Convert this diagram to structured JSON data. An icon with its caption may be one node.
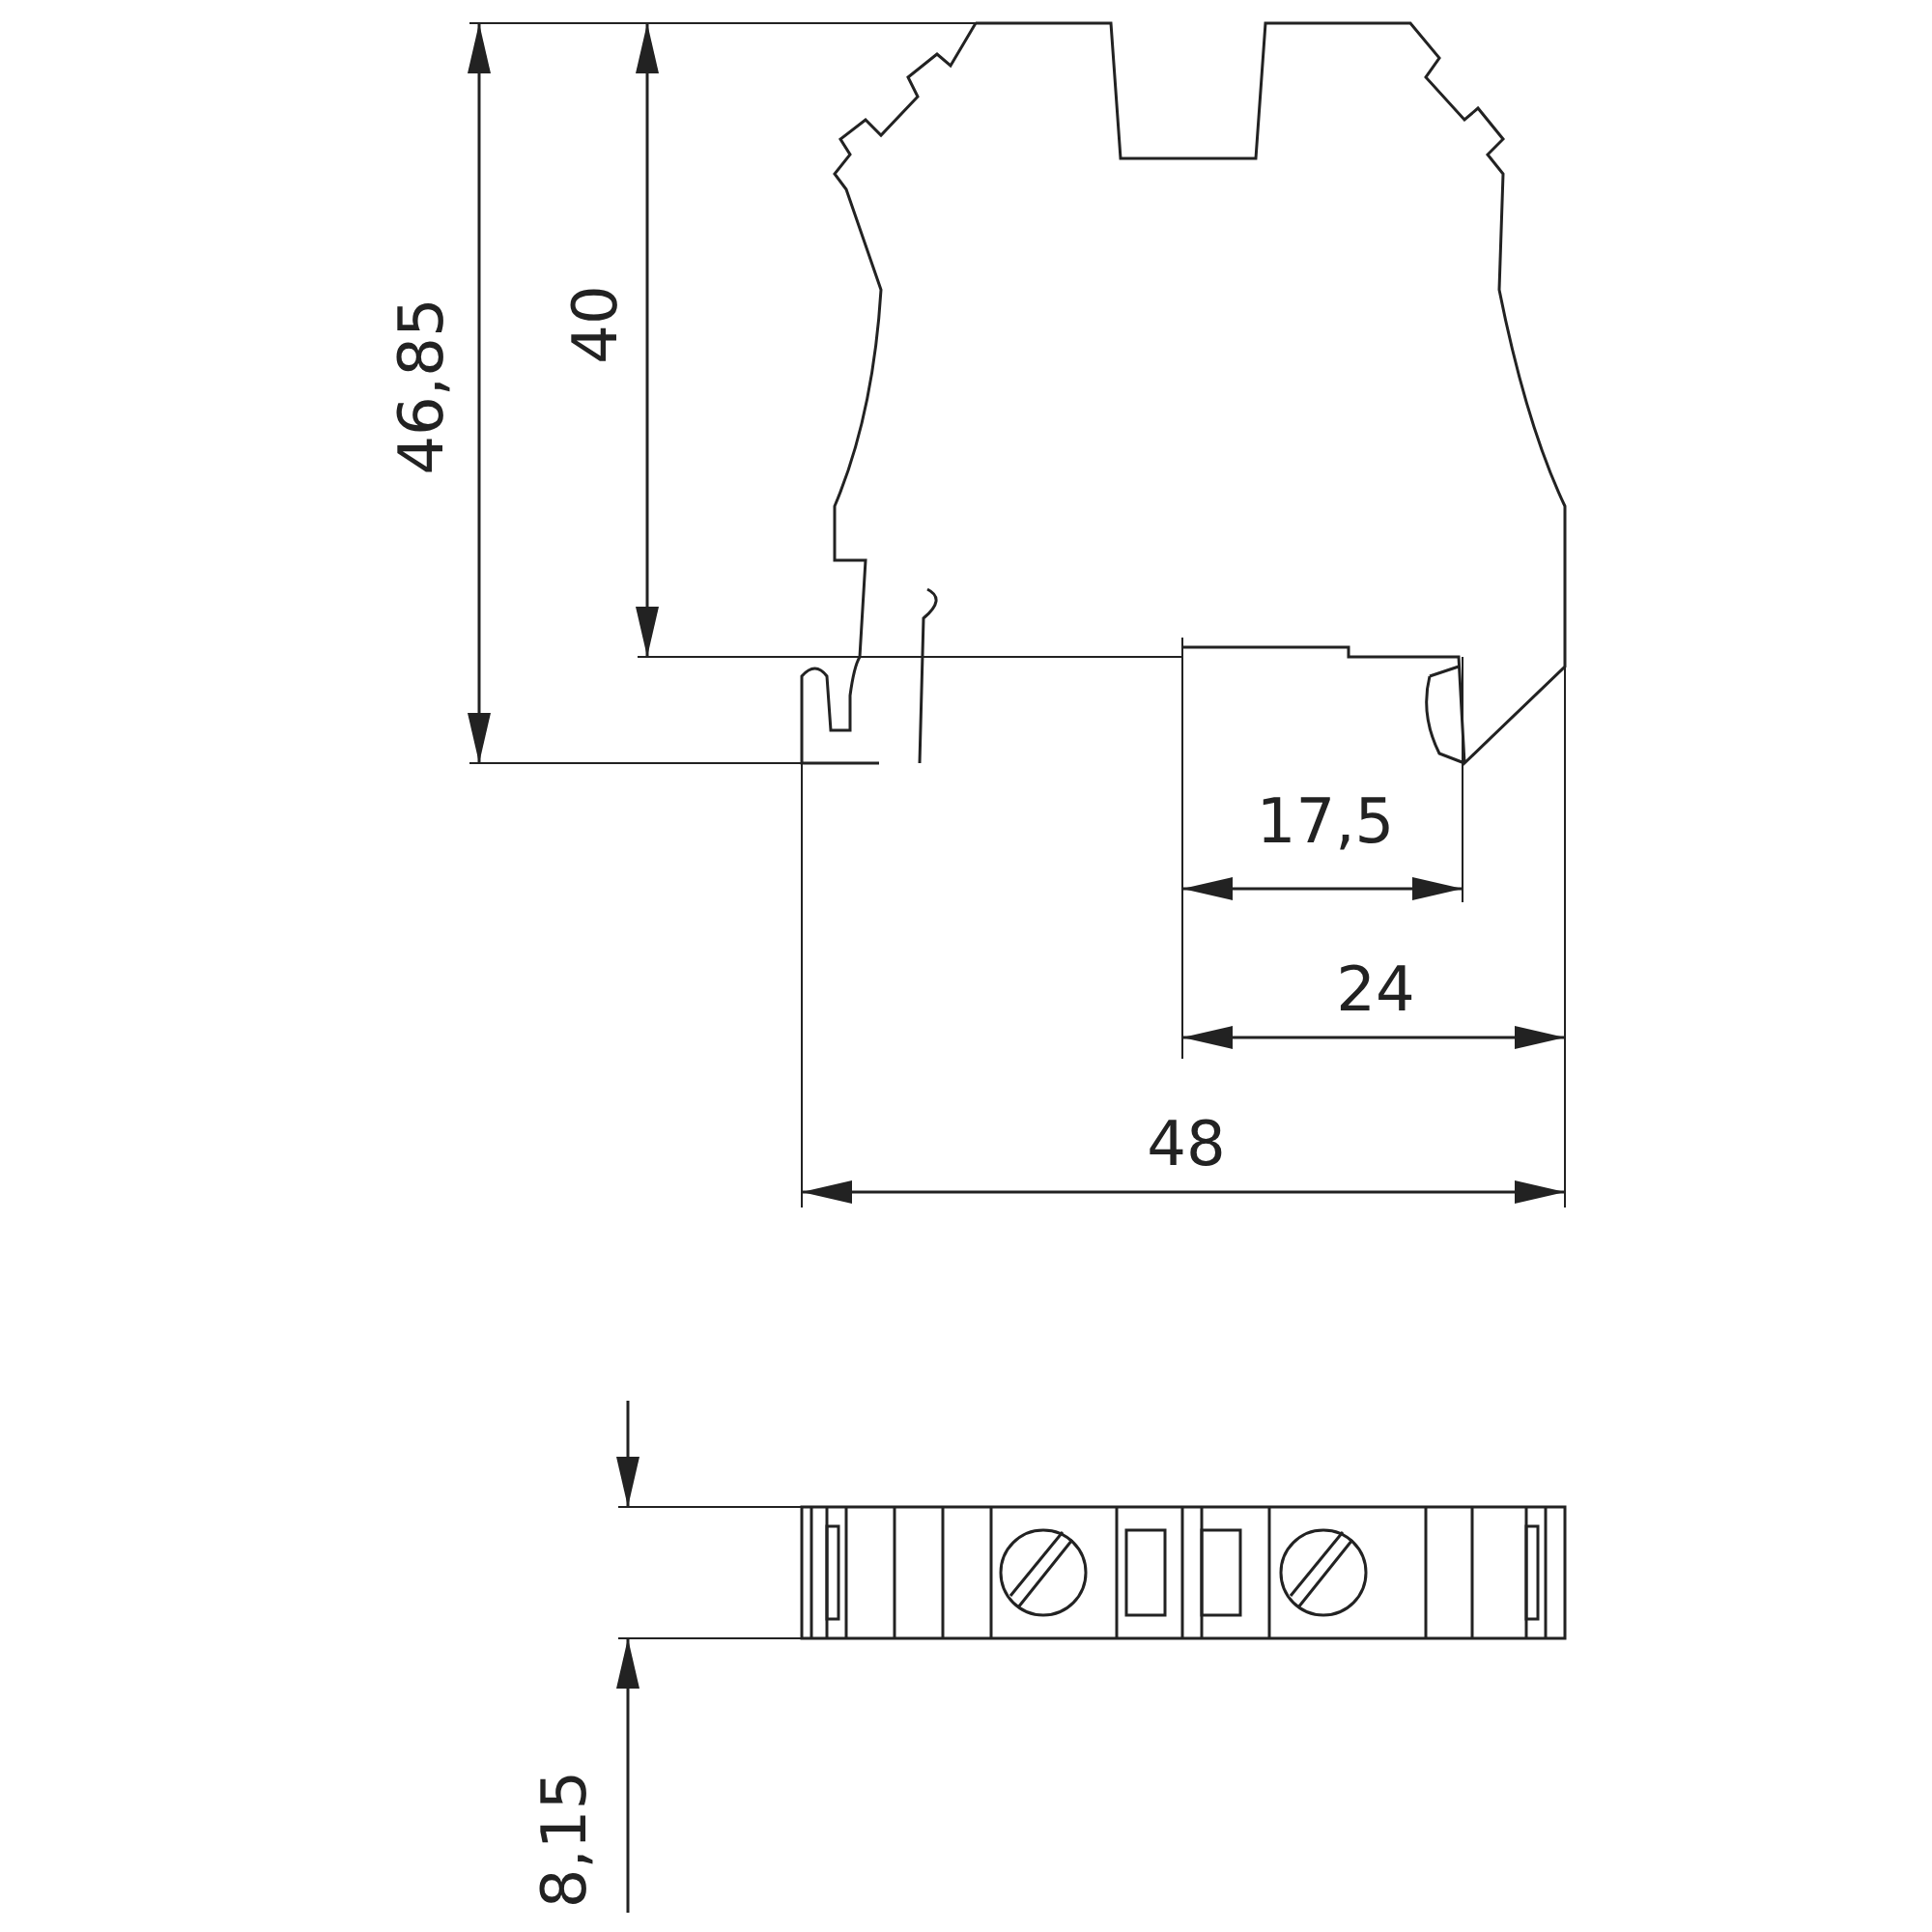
{
  "diagram": {
    "labels": [
      "46,85",
      "40",
      "17,5",
      "24",
      "48",
      "8,15"
    ]
  }
}
